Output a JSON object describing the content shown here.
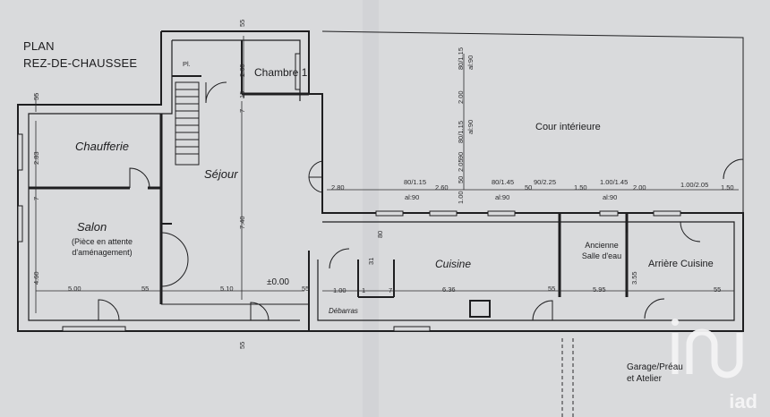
{
  "plan_title": {
    "line1": "PLAN",
    "line2": "REZ-DE-CHAUSSEE"
  },
  "rooms": {
    "chambre": "Chambre 1",
    "placard": "Pl.",
    "chaufferie": "Chaufferie",
    "sejour": "Séjour",
    "salon": "Salon",
    "salon_note_1": "(Pièce en attente",
    "salon_note_2": "d'aménagement)",
    "cour": "Cour intérieure",
    "cuisine": "Cuisine",
    "salle_eau_1": "Ancienne",
    "salle_eau_2": "Salle d'eau",
    "arriere_cuisine": "Arrière Cuisine",
    "debarras": "Débarras",
    "garage_1": "Garage/Préau",
    "garage_2": "et Atelier"
  },
  "level": "±0.00",
  "dimensions": {
    "top_55": "55",
    "left_55": "55",
    "d_2_83": "2.83",
    "d_7_left": "7",
    "d_4_60": "4.60",
    "d_5_00": "5.00",
    "d_55_salon": "55",
    "d_5_10": "5.10",
    "d_55_sejour": "55",
    "d_2_60": "2.60",
    "d_15": "15",
    "d_7_ch": "7",
    "d_7_sejour": "7",
    "d_7_40": "7.40",
    "d_55_bottom": "55",
    "cour_80_115_a": "80/1.15",
    "cour_al90_a": "al:90",
    "cour_2_00": "2.00",
    "cour_80_115_b": "80/1.15",
    "cour_al90_b": "al:90",
    "cour_2_05": "2.05",
    "cour_90": "90",
    "cour_50": "50",
    "cour_1_00": "1.00",
    "w_2_80": "2.80",
    "w_80_115": "80/1.15",
    "w_al90_a": "al:90",
    "w_2_60": "2.60",
    "w_80_145": "80/1.45",
    "w_al90_b": "al:90",
    "w_50": "50",
    "w_90_225": "90/2.25",
    "w_1_50": "1.50",
    "w_100_145": "1.00/1.45",
    "w_al90_c": "al:90",
    "w_2_00": "2.00",
    "w_100_205": "1.00/2.05",
    "w_1_50b": "1.50",
    "k_1_00": "1.00",
    "k_1": "1",
    "k_7": "7",
    "k_80": "80",
    "k_31": "31",
    "k_6_36": "6.36",
    "k_55": "55",
    "k_5_95": "5.95",
    "k_3_55": "3.55",
    "k_55b": "55"
  },
  "logo": {
    "big": "iad",
    "small": "iad"
  },
  "colors": {
    "paper": "#d9dadc",
    "wall": "#1e1e20",
    "logo": "#f4f4f5"
  }
}
